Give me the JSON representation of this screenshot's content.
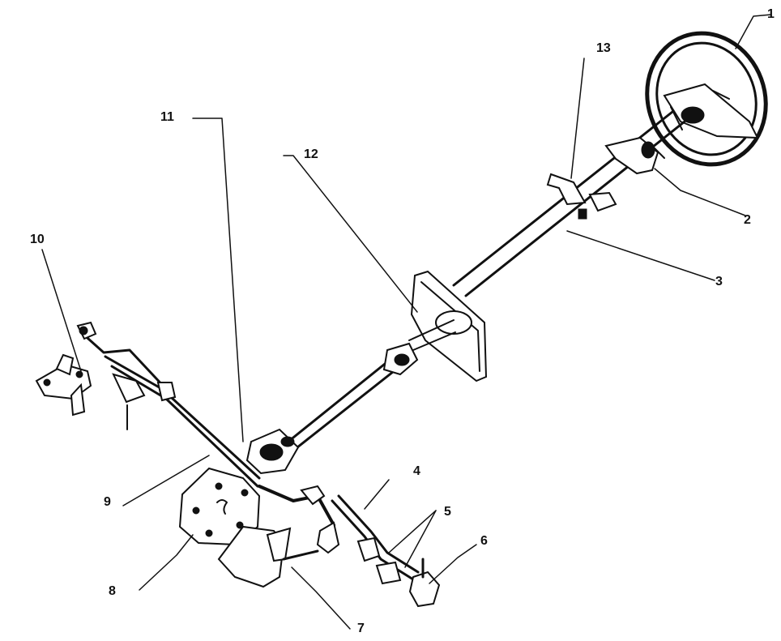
{
  "callouts": {
    "c1": "1",
    "c2": "2",
    "c3": "3",
    "c4": "4",
    "c5": "5",
    "c6": "6",
    "c7": "7",
    "c8": "8",
    "c9": "9",
    "c10": "10",
    "c11": "11",
    "c12": "12",
    "c13": "13"
  },
  "colors": {
    "ink": "#111111",
    "paper": "#ffffff"
  }
}
